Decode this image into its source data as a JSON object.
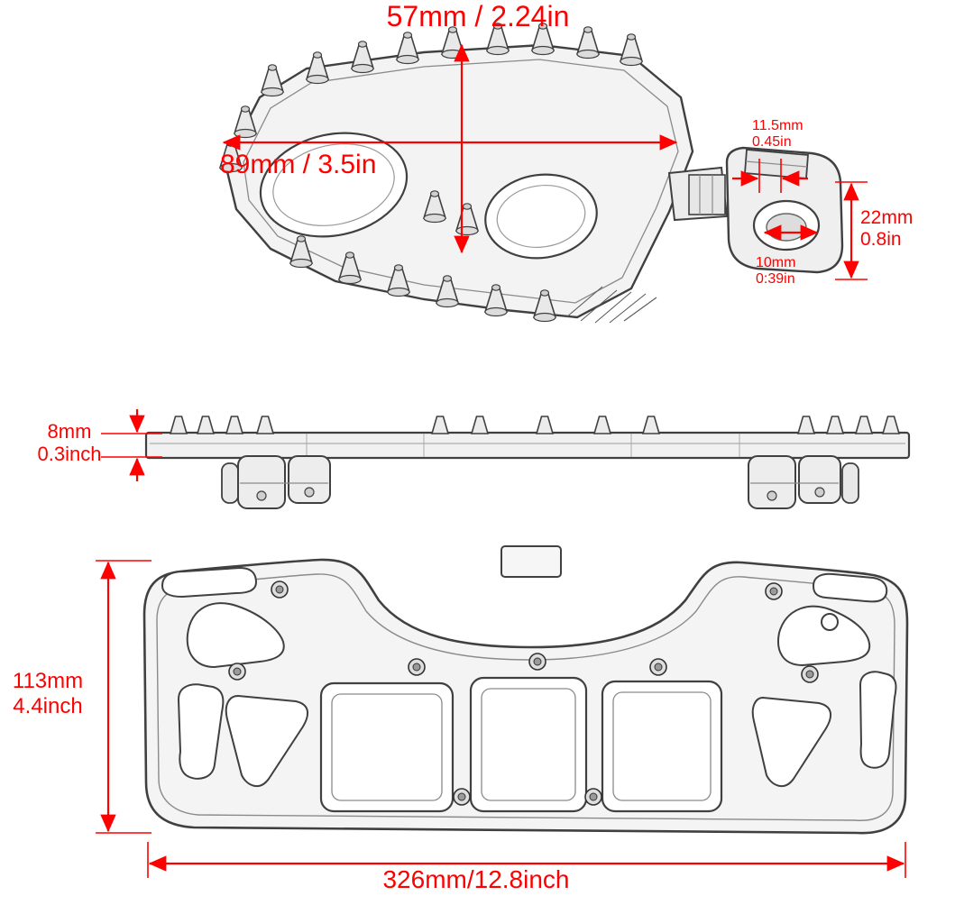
{
  "accent_color": "#ff0000",
  "drawing_color": "#404040",
  "labels": {
    "peg_width": "57mm / 2.24in",
    "peg_length": "89mm / 3.5in",
    "tab_width_mm": "11.5mm",
    "tab_width_in": "0.45in",
    "lug_height_mm": "22mm",
    "lug_height_in": "0.8in",
    "bore_diameter_mm": "10mm",
    "bore_diameter_in": "0:39in",
    "plate_thickness_mm": "8mm",
    "plate_thickness_in": "0.3inch",
    "board_depth_mm": "113mm",
    "board_depth_in": "4.4inch",
    "board_length": "326mm/12.8inch"
  }
}
